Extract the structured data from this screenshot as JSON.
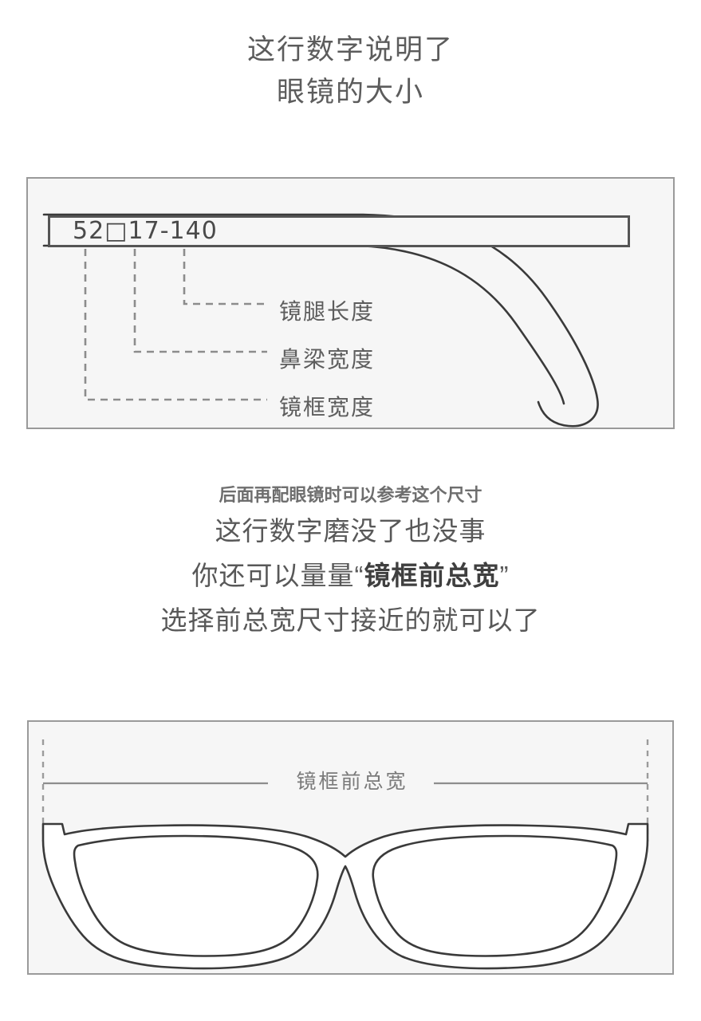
{
  "heading": {
    "line1": "这行数字说明了",
    "line2": "眼镜的大小"
  },
  "top_panel": {
    "spec_code": "52□17-140",
    "labels": {
      "temple_length": "镜腿长度",
      "bridge_width": "鼻梁宽度",
      "lens_width": "镜框宽度"
    }
  },
  "middle_text": {
    "note": "后面再配眼镜时可以参考这个尺寸",
    "line1": "这行数字磨没了也没事",
    "line2_prefix": "你还可以量量“",
    "line2_emphasis": "镜框前总宽",
    "line2_suffix": "”",
    "line3": "选择前总宽尺寸接近的就可以了"
  },
  "bottom_panel": {
    "measure_label": "镜框前总宽"
  },
  "colors": {
    "panel_background": "#f6f6f6",
    "panel_border": "#9a9a9a",
    "line": "#3a3a3a",
    "dashed": "#8c8c8c",
    "text": "#5a5a5a"
  }
}
